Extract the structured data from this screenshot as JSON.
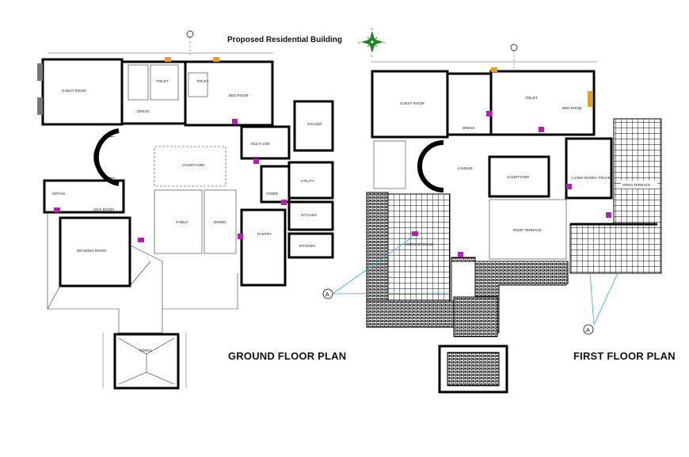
{
  "title": "Proposed Residential Building",
  "compass": {
    "north": "N",
    "south": "S",
    "east": "E",
    "west": "W",
    "icon": "compass-rose-icon",
    "color": "#1a8a1a"
  },
  "section_marker": "A",
  "ground_floor": {
    "caption": "GROUND FLOOR PLAN",
    "rooms": {
      "guest_room": "GUEST ROOM",
      "bed_room": "BED ROOM",
      "toilet": "TOILET",
      "dress": "DRESS",
      "courtyard": "COURTYARD",
      "multi_use": "MULTI USE",
      "jacuzzi": "JACUZZI",
      "store": "STORE",
      "utility": "UTILITY",
      "kitchen": "KITCHEN",
      "dining": "DINING",
      "family": "FAMILY",
      "pantry": "PANTRY",
      "drawing_room": "DRAWING ROOM",
      "sick_room": "SICK ROOM",
      "office": "OFFICE",
      "porch": "PORCH"
    }
  },
  "first_floor": {
    "caption": "FIRST FLOOR PLAN",
    "rooms": {
      "guest_room": "GUEST ROOM",
      "bed_room": "BED ROOM",
      "toilet": "TOILET",
      "dress": "DRESS",
      "lounge": "LOUNGE",
      "courtyard": "COURTYARD",
      "living_room": "LIVING ROOM / PRAYER ROOM",
      "open_terrace_left": "OPEN TERRACE",
      "open_terrace_right": "OPEN TERRACE",
      "roof_terrace": "ROOF TERRACE"
    }
  }
}
